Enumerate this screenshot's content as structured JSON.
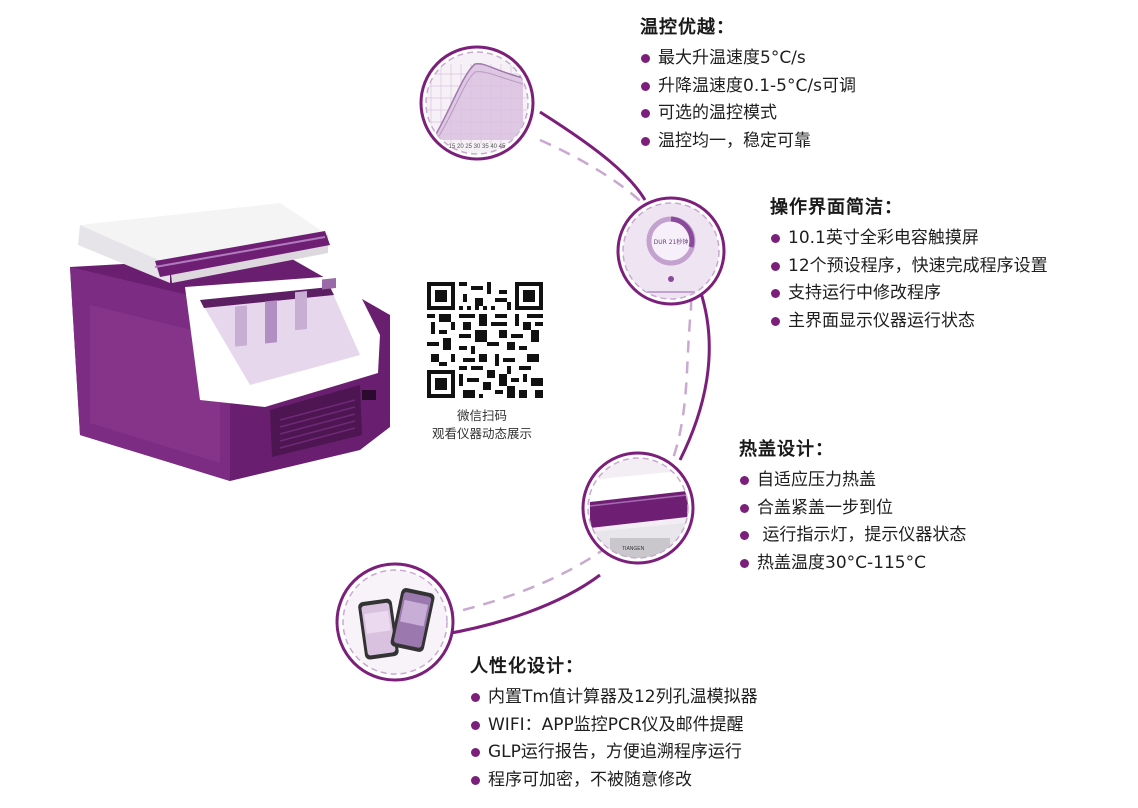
{
  "features": {
    "temperature": {
      "title": "温控优越：",
      "items": [
        "最大升温速度5°C/s",
        "升降温速度0.1-5°C/s可调",
        "可选的温控模式",
        "温控均一，稳定可靠"
      ]
    },
    "interface": {
      "title": "操作界面简洁：",
      "items": [
        "10.1英寸全彩电容触摸屏",
        "12个预设程序，快速完成程序设置",
        "支持运行中修改程序",
        "主界面显示仪器运行状态"
      ]
    },
    "hotlid": {
      "title": "热盖设计：",
      "items": [
        "自适应压力热盖",
        "合盖紧盖一步到位",
        " 运行指示灯，提示仪器状态",
        "热盖温度30°C-115°C"
      ]
    },
    "humanized": {
      "title": "人性化设计：",
      "items": [
        "内置Tm值计算器及12列孔温模拟器",
        "WIFI：APP监控PCR仪及邮件提醒",
        "GLP运行报告，方便追溯程序运行",
        "程序可加密，不被随意修改"
      ]
    }
  },
  "qr": {
    "caption_line1": "微信扫码",
    "caption_line2": "观看仪器动态展示"
  },
  "thumbnails": {
    "chart_axis": "15 20 25 30 35 40 45",
    "screen_center": "DUR 21秒钟"
  },
  "colors": {
    "brand_purple": "#7b1f7a",
    "dark_purple": "#5e1b63",
    "light_purple": "#d9c4e0"
  }
}
